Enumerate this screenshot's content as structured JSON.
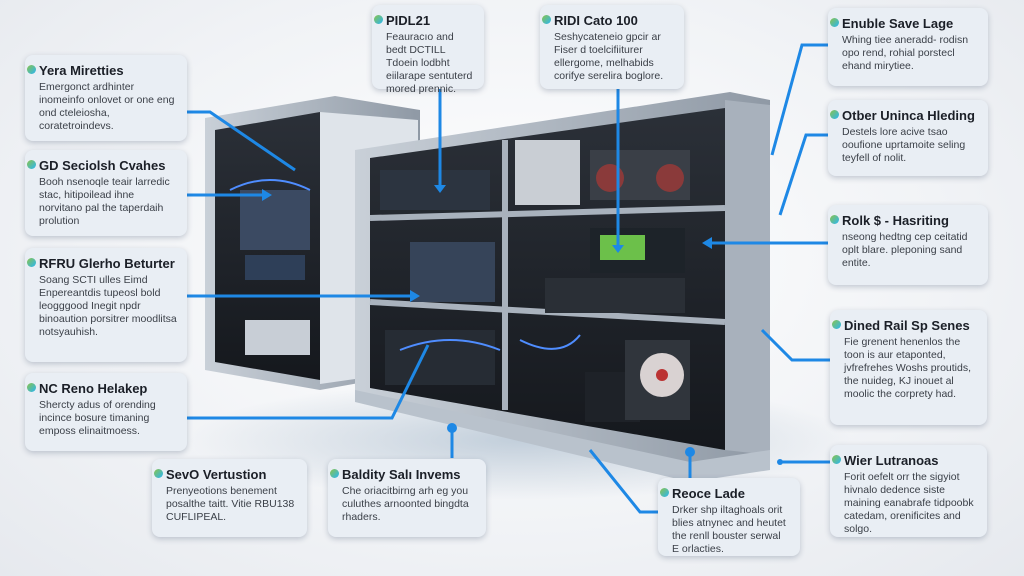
{
  "callouts": [
    {
      "id": "left-1",
      "title": "Yera Miretties",
      "body": "Emergonct ardhinter inomeinfo onlovet or one eng ond cteleiosha, coratetroindevs."
    },
    {
      "id": "left-2",
      "title": "GD Seciolsh Cvahes",
      "body": "Booh nsenoqle teair larredic stac, hitipoilead ihne norvitano pal the taperdaih prolution"
    },
    {
      "id": "left-3",
      "title": "RFRU Glerho Beturter",
      "body": "Soang SCTI ulles Eimd Enpereantdis tupeosl bold leogggood Inegit npdr binoaution porsitrer moodlitsa notsyauhish."
    },
    {
      "id": "left-4",
      "title": "NC Reno Helakep",
      "body": "Shercty adus of orending incince bosure timaning emposs elinaitmoess."
    },
    {
      "id": "bottom-1",
      "title": "SevO Vertustion",
      "body": "Prenyeotions benement posalthe taitt. Vitie RBU138 CUFLIPEAL."
    },
    {
      "id": "bottom-2",
      "title": "Baldity Salı Invems",
      "body": "Che oriacitbirng arh eg you culuthes arnoonted bingdta rhaders."
    },
    {
      "id": "top-1",
      "title": "PIDL21",
      "body": "Feauracıo and bedt DCTILL Tdoein lodbht eiilarape sentuterd mored prennic."
    },
    {
      "id": "top-2",
      "title": "RIDI Cato 100",
      "body": "Seshycateneio gpcir ar Fiser d toelcifiiturer ellergome, melhabids corifye serelira boglore."
    },
    {
      "id": "right-1",
      "title": "Enuble Save Lage",
      "body": "Whing tiee aneradd- rodisn opo rend, rohial porstecl ehand mirytiee."
    },
    {
      "id": "right-2",
      "title": "Otber Uninca Hleding",
      "body": "Destels lore acive tsao ooufione uprtamoite seling teyfell of nolit."
    },
    {
      "id": "right-3",
      "title": "Rolk $ - Hasriting",
      "body": "nseong hedtng cep ceitatid oplt blare. pleponing sand entite."
    },
    {
      "id": "right-4",
      "title": "Dined Rail Sp Senes",
      "body": "Fie grenent henenlos the toon is aur etaponted, jvfrefrehes Woshs proutids, the nuideg, KJ inouet al moolic the corprety had."
    },
    {
      "id": "right-5",
      "title": "Wier Lutranoas",
      "body": "Forit oefelt orr the sigyiot hivnalo dedence siste maining eanabrafe tidpoobk catedam, orenificites and solgo."
    },
    {
      "id": "bottom-3",
      "title": "Reoce Lade",
      "body": "Drker shp iltaghoals orit blies atnynec and heutet the renll bouster serwal E orlacties."
    }
  ],
  "colors": {
    "connector": "#1e88e5",
    "panel": "#e9eef4",
    "frame": "#9aa3ae"
  }
}
